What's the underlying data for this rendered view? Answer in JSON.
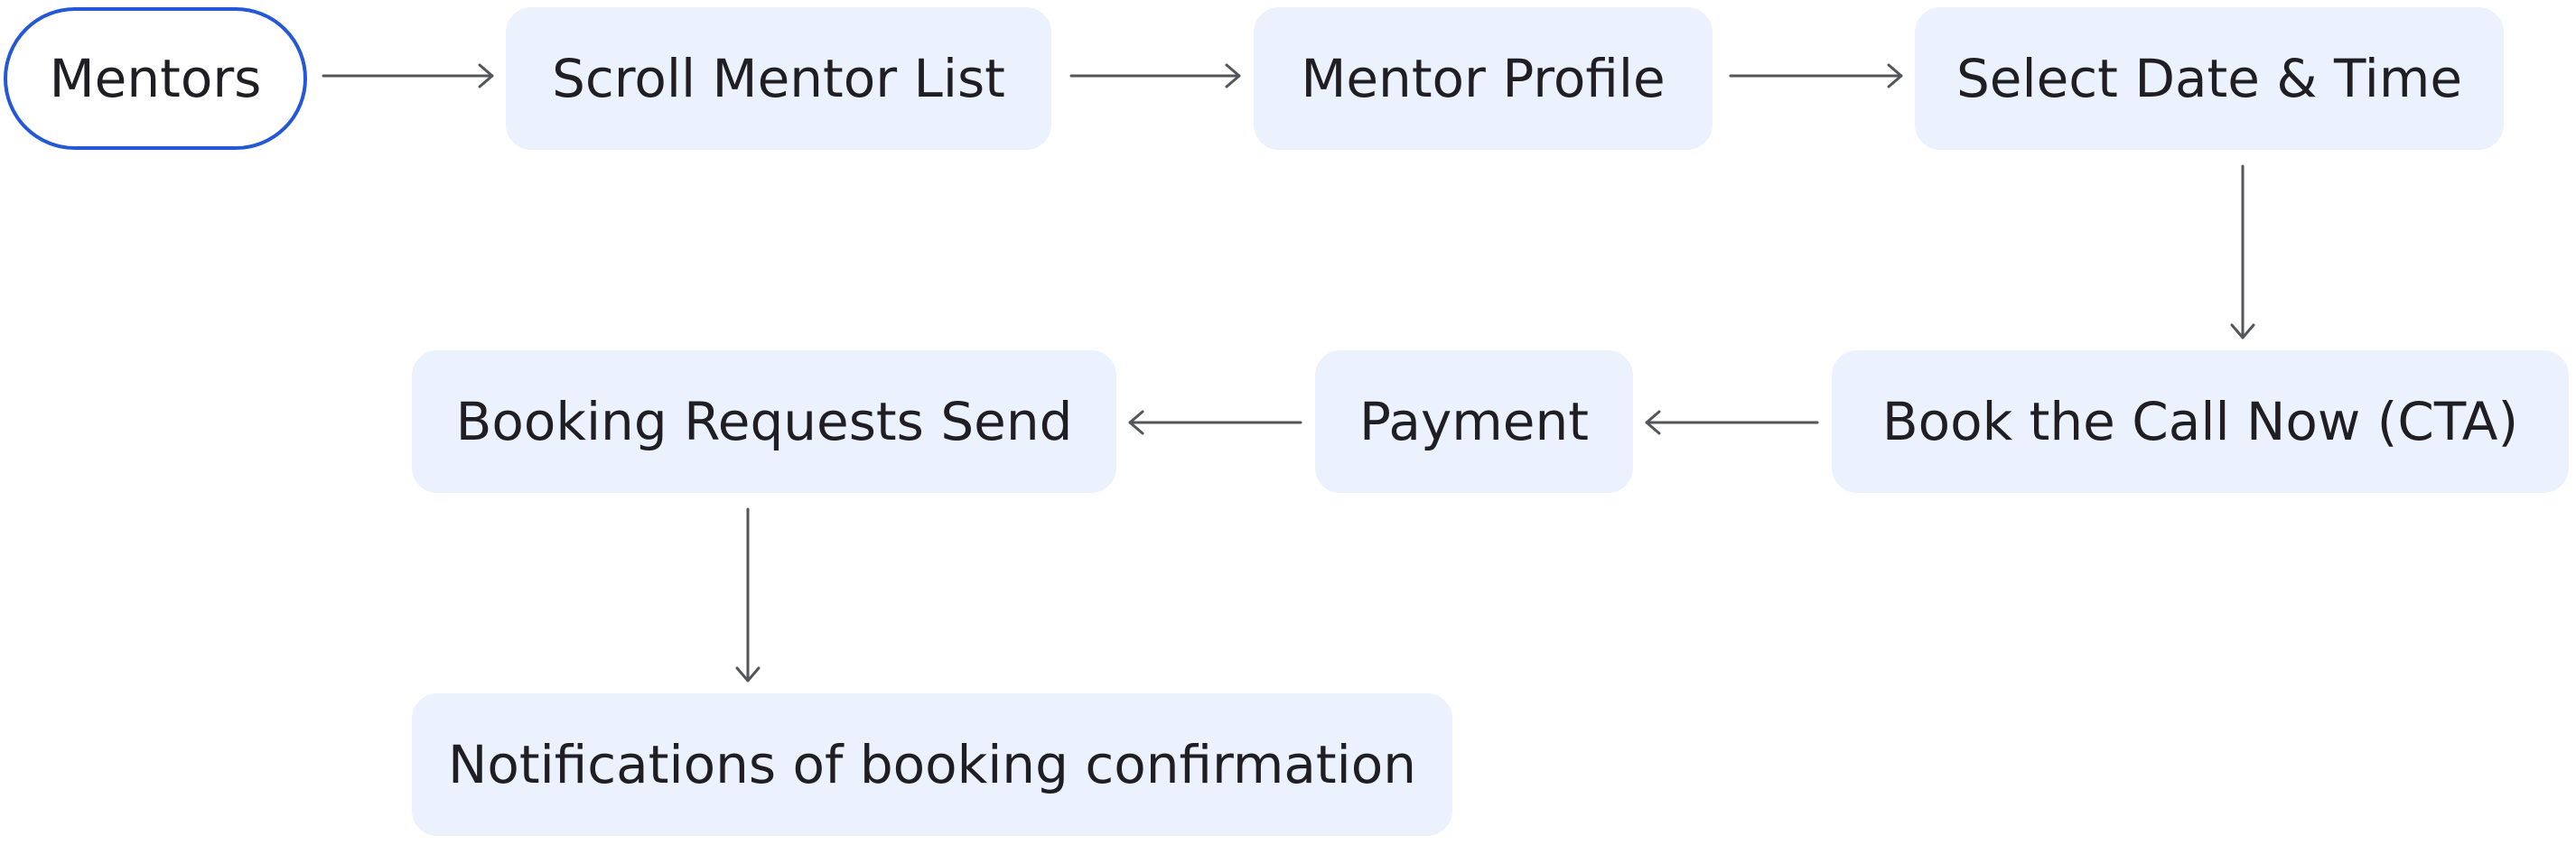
{
  "diagram": {
    "nodes": {
      "mentors": "Mentors",
      "scroll_mentor_list": "Scroll Mentor List",
      "mentor_profile": "Mentor Profile",
      "select_date_time": "Select Date & Time",
      "book_call_now": "Book the Call Now (CTA)",
      "payment": "Payment",
      "booking_requests_send": "Booking Requests Send",
      "notifications": "Notifications of booking confirmation"
    },
    "edges": [
      {
        "from": "Mentors",
        "to": "Scroll Mentor List"
      },
      {
        "from": "Scroll Mentor List",
        "to": "Mentor Profile"
      },
      {
        "from": "Mentor Profile",
        "to": "Select Date & Time"
      },
      {
        "from": "Select Date & Time",
        "to": "Book the Call Now (CTA)"
      },
      {
        "from": "Book the Call Now (CTA)",
        "to": "Payment"
      },
      {
        "from": "Payment",
        "to": "Booking Requests Send"
      },
      {
        "from": "Booking Requests Send",
        "to": "Notifications of booking confirmation"
      }
    ],
    "colors": {
      "node_fill": "#ebf1fd",
      "start_border": "#2458d6",
      "arrow": "#55565b",
      "text": "#1f1f23"
    }
  }
}
